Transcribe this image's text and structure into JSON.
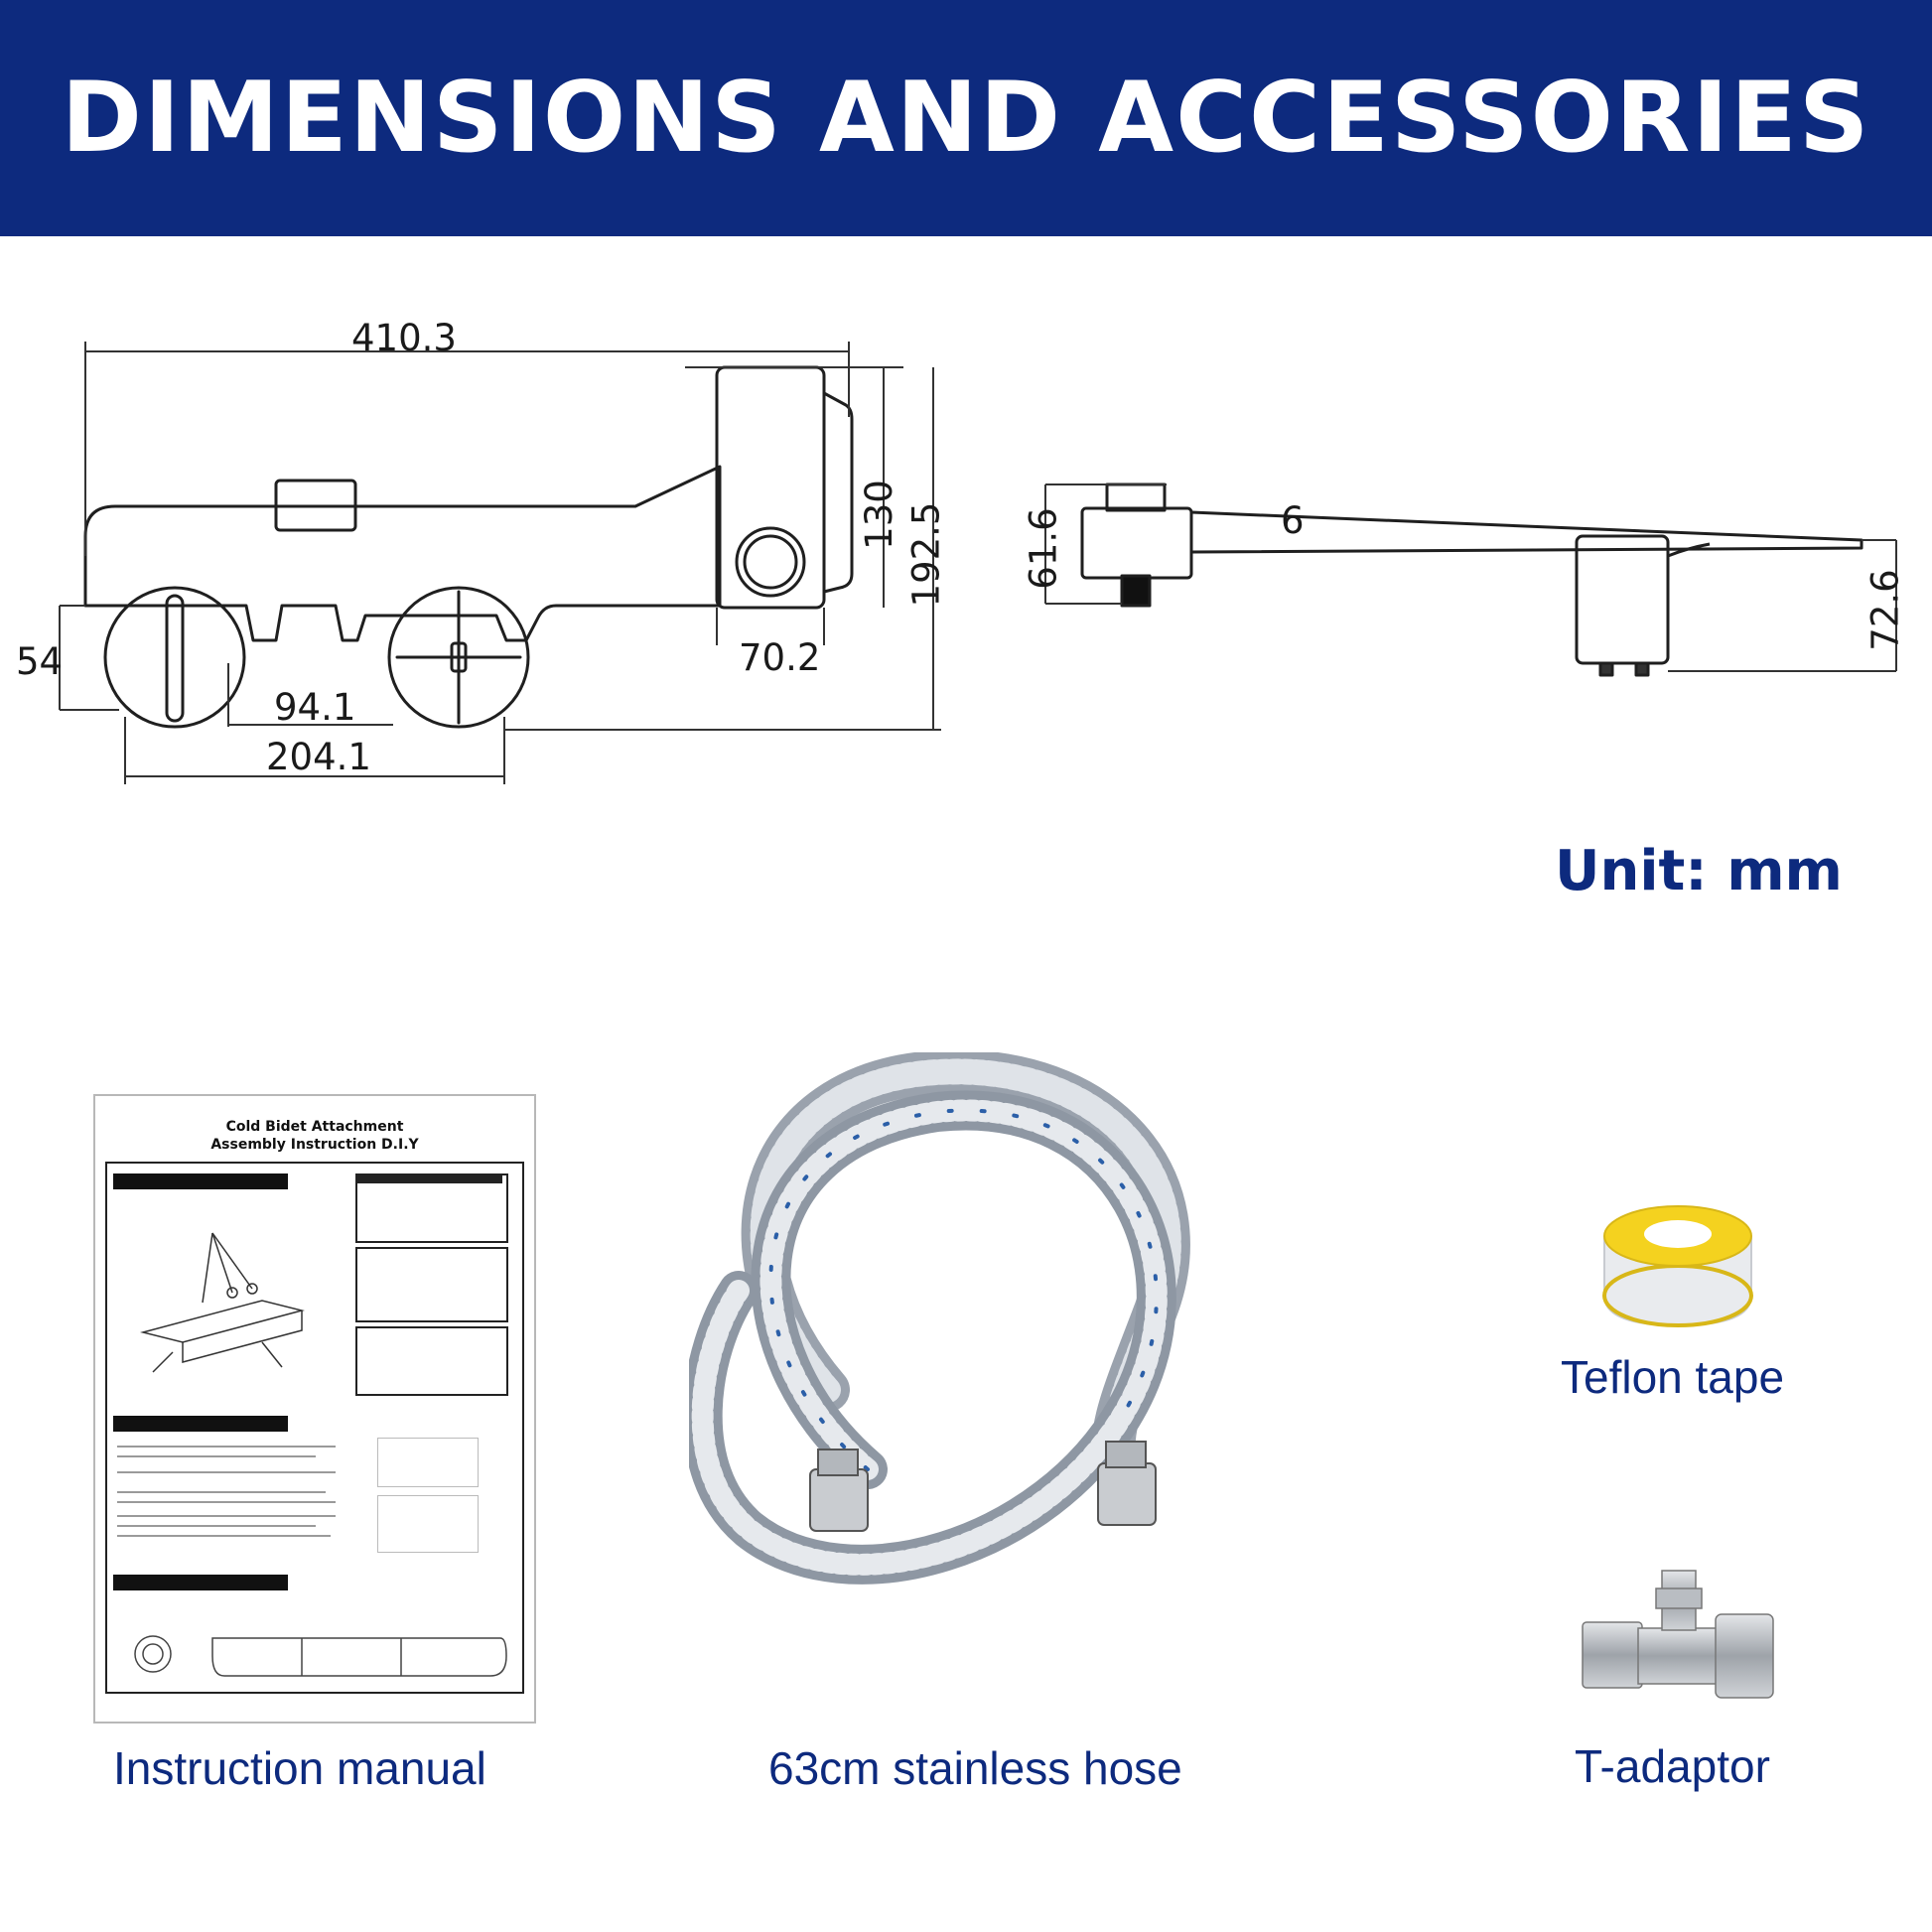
{
  "header": {
    "title": "DIMENSIONS AND ACCESSORIES"
  },
  "dimensions": {
    "overall_length": "410.3",
    "inlet_height": "54",
    "knob_spacing": "94.1",
    "mount_spacing": "204.1",
    "control_width": "70.2",
    "control_height": "130",
    "total_height": "192.5",
    "side_height": "61.6",
    "plate_thickness": "6",
    "nozzle_height": "72.6"
  },
  "unit_label": "Unit: mm",
  "manual": {
    "title": "Cold Bidet Attachment\nAssembly Instruction D.I.Y"
  },
  "accessories": {
    "manual": "Instruction manual",
    "hose": "63cm stainless hose",
    "tape": "Teflon tape",
    "adaptor": "T-adaptor"
  },
  "colors": {
    "banner": "#0d2a7e",
    "accent_text": "#0d2a7e",
    "tape_core": "#f4d21f"
  }
}
